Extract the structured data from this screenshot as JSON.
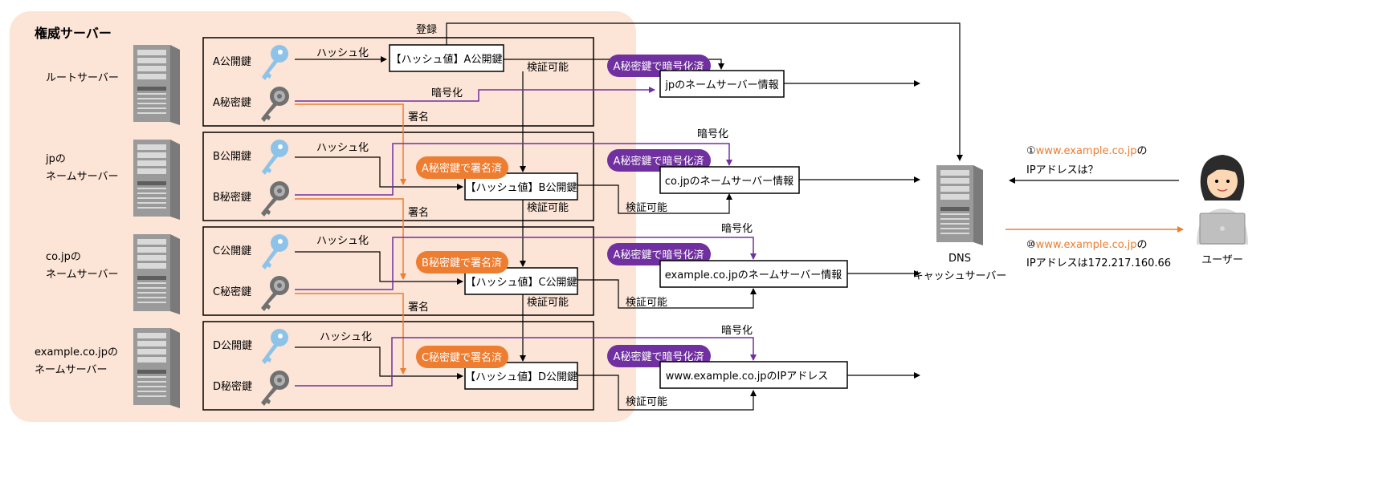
{
  "authority_title": "権威サーバー",
  "register_label": "登録",
  "servers": [
    {
      "lines": [
        "ルートサーバー"
      ]
    },
    {
      "lines": [
        "jpの",
        "ネームサーバー"
      ]
    },
    {
      "lines": [
        "co.jpの",
        "ネームサーバー"
      ]
    },
    {
      "lines": [
        "example.co.jpの",
        "ネームサーバー"
      ]
    }
  ],
  "zones": [
    {
      "public_key": "A公開鍵",
      "private_key": "A秘密鍵",
      "hash_label": "ハッシュ化",
      "hash_box": "【ハッシュ値】A公開鍵"
    },
    {
      "public_key": "B公開鍵",
      "private_key": "B秘密鍵",
      "hash_label": "ハッシュ化",
      "hash_box": "【ハッシュ値】B公開鍵"
    },
    {
      "public_key": "C公開鍵",
      "private_key": "C秘密鍵",
      "hash_label": "ハッシュ化",
      "hash_box": "【ハッシュ値】C公開鍵"
    },
    {
      "public_key": "D公開鍵",
      "private_key": "D秘密鍵",
      "hash_label": "ハッシュ化",
      "hash_box": "【ハッシュ値】D公開鍵"
    }
  ],
  "sign_label": "署名",
  "signed_badges": [
    "A秘密鍵で署名済",
    "B秘密鍵で署名済",
    "C秘密鍵で署名済"
  ],
  "encrypted_badges": [
    "A秘密鍵で暗号化済",
    "A秘密鍵で暗号化済",
    "A秘密鍵で暗号化済",
    "A秘密鍵で暗号化済"
  ],
  "encrypt_label": "暗号化",
  "verifiable_label": "検証可能",
  "info_boxes": [
    "jpのネームサーバー情報",
    "co.jpのネームサーバー情報",
    "example.co.jpのネームサーバー情報",
    "www.example.co.jpのIPアドレス"
  ],
  "dns_cache": {
    "line1": "DNS",
    "line2": "キャッシュサーバー"
  },
  "query": {
    "num": "①",
    "domain": "www.example.co.jp",
    "suffix": "の",
    "line2": "IPアドレスは？"
  },
  "answer": {
    "num": "⑩",
    "domain": "www.example.co.jp",
    "suffix": "の",
    "line2": "IPアドレスは172.217.160.66"
  },
  "user_label": "ユーザー",
  "colors": {
    "authority_bg": "#fce4d6",
    "orange": "#ed7d31",
    "purple": "#7030a0",
    "key_blue": "#8dc3e8",
    "key_gray": "#707070",
    "server_gray": "#9a9a9a"
  }
}
